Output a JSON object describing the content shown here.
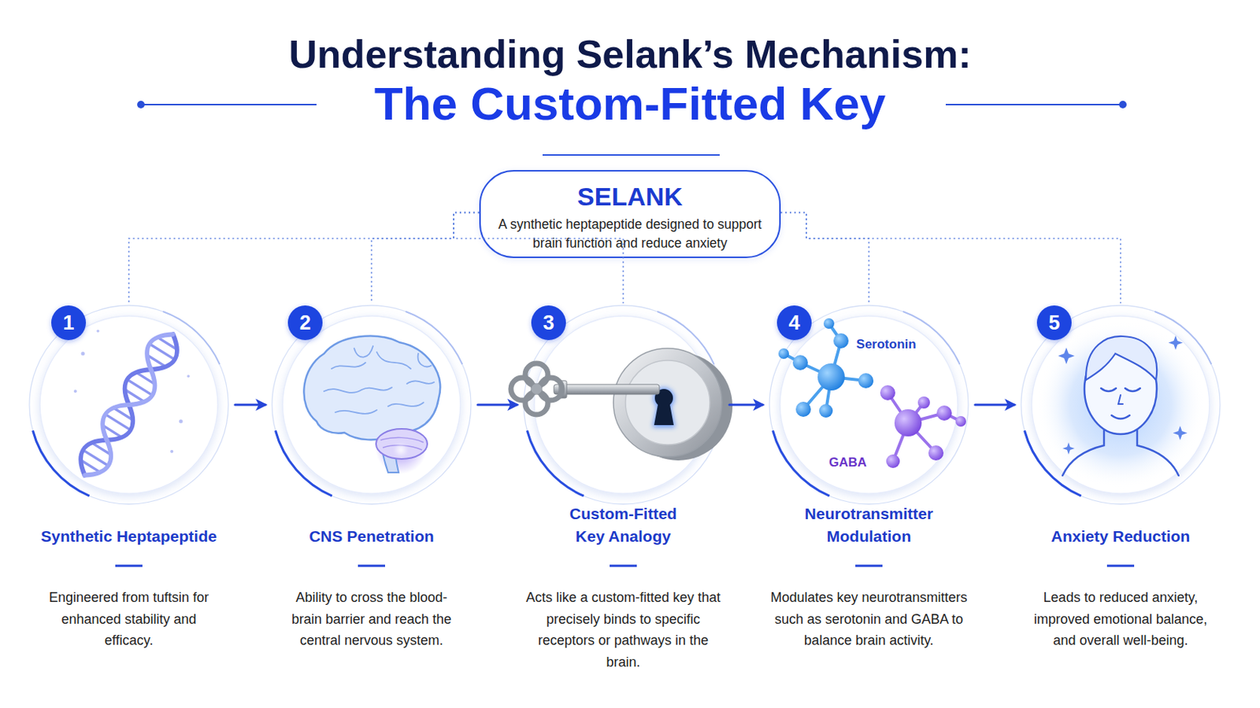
{
  "diagram": {
    "title": "Understanding Selank’s Mechanism:",
    "nodes": [
      {
        "text": [
          "SELANK",
          "A synthetic heptapeptide designed to support brain function and reduce anxiety"
        ]
      },
      {
        "text": [
          "1",
          "Synthetic Heptapeptide",
          "Engineered from tuftsin for enhanced stability and efficacy."
        ]
      },
      {
        "text": [
          "2",
          "CNS Penetration",
          "Ability to cross the blood-brain barrier and reach the central nervous system."
        ]
      },
      {
        "text": [
          "3",
          "Custom-Fitted Key Analogy",
          "Acts like a custom-fitted key that precisely binds to specific receptors or pathways in the brain."
        ]
      },
      {
        "text": [
          "4",
          "Neurotransmitter Modulation",
          "Modulates key neurotransmitters such as serotonin and GABA to balance brain activity."
        ]
      },
      {
        "text": [
          "5",
          "Anxiety Reduction",
          "Leads to reduced anxiety, improved emotional balance, and overall well-being."
        ]
      }
    ],
    "edges": [
      {
        "from": 0,
        "to": 1,
        "arrow": "none"
      },
      {
        "from": 0,
        "to": 2,
        "arrow": "none"
      },
      {
        "from": 0,
        "to": 3,
        "arrow": "none"
      },
      {
        "from": 0,
        "to": 4,
        "arrow": "none"
      },
      {
        "from": 0,
        "to": 5,
        "arrow": "none"
      },
      {
        "from": 1,
        "to": 2,
        "arrow": "to"
      },
      {
        "from": 2,
        "to": 3,
        "arrow": "to"
      },
      {
        "from": 3,
        "to": 4,
        "arrow": "to"
      },
      {
        "from": 4,
        "to": 5,
        "arrow": "to"
      }
    ],
    "labels": [
      "The Custom-Fitted Key",
      "Serotonin",
      "GABA"
    ]
  }
}
